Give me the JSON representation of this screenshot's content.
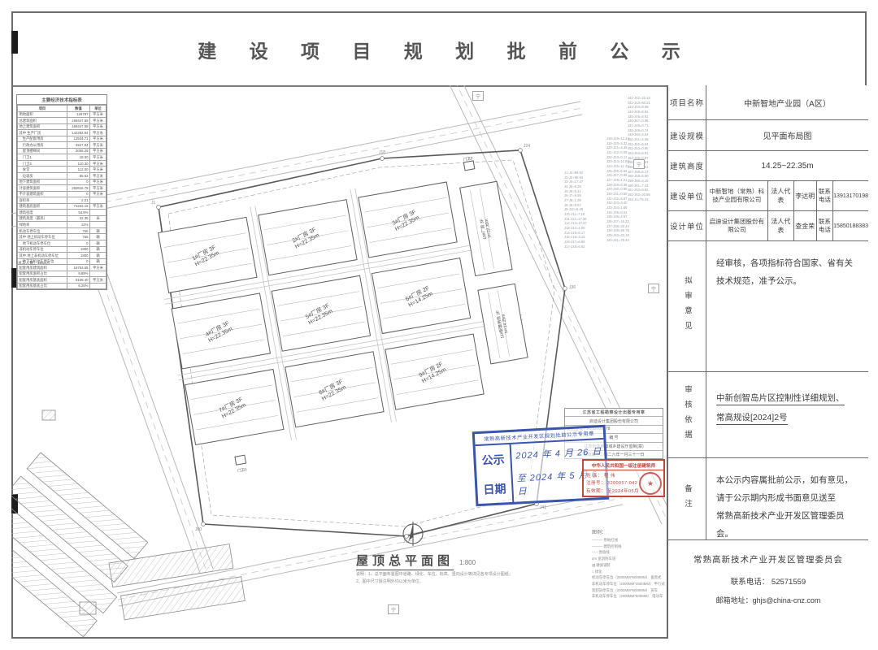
{
  "doc": {
    "title": "建 设 项 目 规 划 批 前 公 示"
  },
  "info": {
    "project_label": "项目名称",
    "project_value": "中新智地产业园（A区）",
    "scale_label": "建设规模",
    "scale_value": "见平面布局图",
    "height_label": "建筑高度",
    "height_value": "14.25~22.35m",
    "builder_label": "建设单位",
    "builder_company": "中新智地（常熟）科技产业园有限公司",
    "builder_rep_label": "法人代表",
    "builder_rep": "李达明",
    "builder_tel_label": "联系电话",
    "builder_tel": "13913170198",
    "designer_label": "设计单位",
    "designer_company": "启迪设计集团股份有限公司",
    "designer_rep_label": "法人代表",
    "designer_rep": "查金荣",
    "designer_tel_label": "联系电话",
    "designer_tel": "15850188383",
    "opinion_label": "拟审意见",
    "opinion_text": "经审核，各项指标符合国家、省有关\n技术规范，准予公示。",
    "basis_label": "审核依据",
    "basis_line1": "中新创智岛片区控制性详细规划、",
    "basis_line2": "常高规设[2024]2号",
    "remark_label": "备注",
    "remark_text": "本公示内容属批前公示，如有意见，\n请于公示期内形成书面意见送至\n常熟高新技术产业开发区管理委员会。",
    "footer_org": "常熟高新技术产业开发区管理委员会",
    "footer_tel": "联系电话：  52571559",
    "footer_mail": "邮箱地址：ghjs@china-cnz.com"
  },
  "indicators": {
    "title": "主要经济技术指标表",
    "headers": [
      "项目",
      "数值",
      "单位"
    ],
    "rows": [
      [
        "用地面积",
        "129787",
        "平方米"
      ],
      [
        "总建筑面积",
        "169447.58",
        "平方米"
      ],
      [
        "地上建筑面积",
        "169447.58",
        "平方米"
      ],
      [
        "其中 生产厂房",
        "142292.94",
        "平方米"
      ],
      [
        "　生产配套用房",
        "13534.71",
        "平方米"
      ],
      [
        "　行政办公用房",
        "3227.84",
        "平方米"
      ],
      [
        "　屋顶楼梯间",
        "3056.28",
        "平方米"
      ],
      [
        "　门卫1",
        "18.00",
        "平方米"
      ],
      [
        "　门卫2",
        "110.30",
        "平方米"
      ],
      [
        "　食堂",
        "112.00",
        "平方米"
      ],
      [
        "　垃圾房",
        "65.52",
        "平方米"
      ],
      [
        "地下建筑面积",
        "0",
        "平方米"
      ],
      [
        "计容建筑面积",
        "260616.75",
        "平方米"
      ],
      [
        "不计容建筑面积",
        "0",
        "平方米"
      ],
      [
        "容积率",
        "2.01",
        ""
      ],
      [
        "建筑基底面积",
        "71232.16",
        "平方米"
      ],
      [
        "建筑密度",
        "54.9%",
        ""
      ],
      [
        "建筑高度（最高）",
        "22.35",
        "米"
      ],
      [
        "绿地率",
        "12%",
        ""
      ],
      [
        "机动车停车位",
        "765",
        "辆"
      ],
      [
        "其中 地上机动车停车位",
        "765",
        "辆"
      ],
      [
        "　地下机动车停车位",
        "0",
        "辆"
      ],
      [
        "非机动车停车位",
        "1800",
        "辆"
      ],
      [
        "其中 地上非机动车停车位",
        "1800",
        "辆"
      ],
      [
        "　地下非机动车停车位",
        "0",
        "辆"
      ],
      [
        "配套用房建筑面积",
        "16753.55",
        "平方米"
      ],
      [
        "配套用房面积占比",
        "9.89%",
        ""
      ],
      [
        "配套用房基底面积",
        "8108.40",
        "平方米"
      ],
      [
        "配套用房基底占比",
        "6.25%",
        ""
      ]
    ],
    "note": "员工人数：1853人"
  },
  "stamps": {
    "notice": {
      "title": "常熟高新技术产业开发区规划批前公示专用章",
      "label_line1": "公示",
      "label_line2": "日期",
      "date_line1": "2024 年 4 月 26 日",
      "date_line2": "至 2024 年 5 月 6 日",
      "color": "#3b55ae"
    },
    "architect": {
      "title": "中华人民共和国一级注册建筑师",
      "name_line": "姓  名：  程    伟",
      "reg_line": "注册号：  3200057-042",
      "valid_line": "有效期：  至2024年05月",
      "seal_star": "★",
      "color": "#c4453a"
    },
    "cert": {
      "line1": "江苏省工程勘察设计出图专用章",
      "line2": "启迪设计集团股份有限公司",
      "line3a": "资质证书",
      "line3b": "A132000678",
      "line4": "编  号",
      "line5": "江苏省住房和城乡建设厅监制(章)",
      "line6": "有效期至二〇二六年一月三十一日"
    }
  },
  "drawing": {
    "plan_title": "屋顶总平面图",
    "plan_scale": "1:800",
    "notes": [
      "说明：1、总平面布置图中道路、绿化、车位、标高、竖向设计等详见各专项设计图纸；",
      "2、图中尺寸除注明外均以米为单位。"
    ],
    "legend": {
      "title": "图例：",
      "items": [
        "——— 用地红线",
        "——— 建筑控制线",
        "-·-·- 围墙线",
        "4m  宽消防车道",
        "▧ 硬质铺装",
        "□ 绿化",
        "机动车停车位（2500MM*5000MM） 垂直式",
        "非机动车停车位（2000MM*2500MM） 平行式",
        "装卸货停车位（2000MM*5000MM） 货车",
        "非机动车停车位（2000MM*600MM） 电动车"
      ]
    },
    "road_label": "宁",
    "buildings": [
      {
        "name": "1#厂房 3F",
        "height": "H=22.35m"
      },
      {
        "name": "2#厂房 3F",
        "height": "H=22.35m"
      },
      {
        "name": "3#厂房 3F",
        "height": "H=22.35m"
      },
      {
        "name": "4#厂房 3F",
        "height": "H=22.35m"
      },
      {
        "name": "5#厂房 3F",
        "height": "H=22.35m"
      },
      {
        "name": "6#厂房 2F",
        "height": "H=14.25m"
      },
      {
        "name": "7#厂房 3F",
        "height": "H=22.35m"
      },
      {
        "name": "8#厂房 3F",
        "height": "H=22.35m"
      },
      {
        "name": "9#厂房 2F",
        "height": "H=14.25m"
      }
    ],
    "aux": {
      "side1_name": "10#厂房 3F",
      "side1_height": "H=22.35m",
      "side2_name": "11#配套用房 2F",
      "side2_height": "H=14.25m",
      "gate1": "门卫1",
      "gate2": "门卫2"
    },
    "coords": {
      "col1": [
        "J1-J2=96.92",
        "J2-J3=96.92",
        "J3-J4=17.47",
        "J4-J5=6.35",
        "J5-J6=9.41",
        "J6-J7=9.55",
        "J7-J8=1.99",
        "J8-J9=9.57",
        "J9-J10=5.49",
        "J10-J11=7.18",
        "J11-J12=17.36",
        "J12-J13=17.37",
        "J13-J14=4.80",
        "J14-J15=6.17",
        "J15-J16=3.13",
        "J16-J17=6.80",
        "J17-J18=6.62"
      ],
      "col2": [
        "J18-J19=12.44",
        "J19-J20=4.32",
        "J20-J21=4.36",
        "J21-J22=0.09",
        "J22-J23=0.17",
        "J23-J24=12.88",
        "J24-J25=11.41",
        "J25-J26=6.64",
        "J26-J27=0.98",
        "J27-J28=1.21",
        "J28-J29=8.36",
        "J29-J30=0.98",
        "J30-J31=0.50",
        "J31-J32=6.87",
        "J32-J33=3.40",
        "J33-J34=1.68",
        "J34-J35=6.04",
        "J35-J36=4.67",
        "J36-J37=16.22",
        "J37-J38=32.44",
        "J38-J39=48.78",
        "J39-J40=33.18",
        "J40-J41=75.44"
      ],
      "col3": [
        "J41-J42=22.13",
        "J42-J43=60.31",
        "J43-J44=8.89",
        "J44-J45=8.82",
        "J45-J46=8.81",
        "J46-J47=0.86",
        "J47-J48=0.71",
        "J48-J49=0.74",
        "J49-J50=4.54",
        "J50-J51=4.56",
        "J51-J52=6.04",
        "J52-J53=0.90",
        "J53-J54=6.91",
        "J54-J55=0.87",
        "J55-J56=1.04",
        "J56-J57=1.01",
        "J57-J58=6.17",
        "J58-J59=6.50",
        "J59-J60=4.15",
        "J60-J61=7.43",
        "J61-J62=9.82",
        "J62-J63=20.86",
        "J63-J1=75.43"
      ]
    }
  }
}
